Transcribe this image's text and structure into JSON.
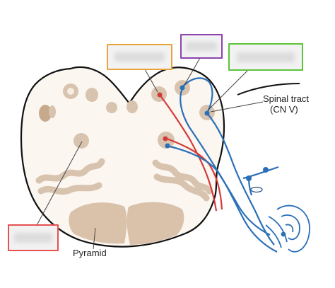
{
  "labels": {
    "spinal_tract_line1": "Spinal tract",
    "spinal_tract_line2": "(CN V)",
    "pyramid": "Pyramid"
  },
  "answer_boxes": [
    {
      "name": "answer-box-orange",
      "border_color": "#e8a33c"
    },
    {
      "name": "answer-box-purple",
      "border_color": "#8e44ad"
    },
    {
      "name": "answer-box-green",
      "border_color": "#5cc43c"
    },
    {
      "name": "answer-box-red",
      "border_color": "#e85050"
    }
  ],
  "colors": {
    "tissue_fill": "#fbf6f0",
    "tissue_outline": "#111111",
    "nucleus": "#d8c3ae",
    "nucleus_dark": "#c7aa8e",
    "pyramid": "#d9c1aa",
    "motor_pathway": "#d43a3a",
    "sensory_pathway": "#2a70b8",
    "leader_line": "#444444"
  }
}
